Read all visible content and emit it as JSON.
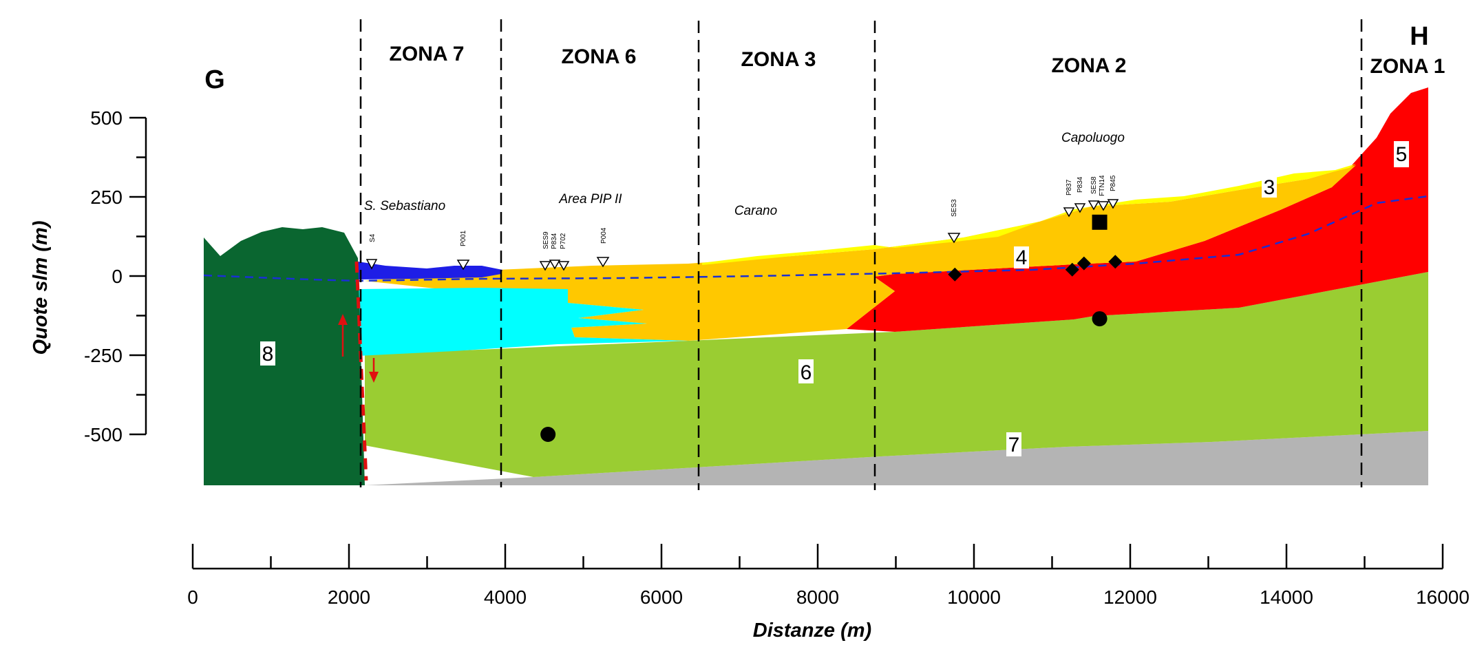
{
  "section": {
    "endpoints": {
      "left": "G",
      "right": "H"
    },
    "zones": [
      "ZONA 7",
      "ZONA 6",
      "ZONA 3",
      "ZONA 2",
      "ZONA 1"
    ],
    "places": [
      "S. Sebastiano",
      "Area PIP II",
      "Carano",
      "Capoluogo"
    ],
    "wells": [
      "S4",
      "P001",
      "SES9",
      "P834",
      "P702",
      "P004",
      "SES3",
      "P837",
      "P834",
      "SES8",
      "FTN14",
      "P845"
    ],
    "units": [
      "3",
      "4",
      "5",
      "6",
      "7",
      "8"
    ],
    "colors": {
      "unit3": "#ffff00",
      "unit4": "#ffc800",
      "unit5": "#ff0000",
      "unit6": "#9acd32",
      "unit7": "#b4b4b4",
      "unit8": "#0a6630",
      "lens_blue": "#1e1ee6",
      "lens_cyan": "#00ffff",
      "water_table": "#1a2fd4",
      "fault": "#e01010"
    }
  },
  "chart_data": {
    "type": "geological cross-section",
    "xlabel": "Distanze (m)",
    "ylabel": "Quote slm (m)",
    "xlim": [
      0,
      16000
    ],
    "ylim": [
      -500,
      500
    ],
    "xticks": [
      "0",
      "2000",
      "4000",
      "6000",
      "8000",
      "10000",
      "12000",
      "14000",
      "16000"
    ],
    "yticks": [
      "500",
      "250",
      "0",
      "-250",
      "-500"
    ],
    "zone_boundaries_x": [
      2150,
      3980,
      6500,
      8760,
      15000
    ],
    "water_table": {
      "x": [
        150,
        2000,
        4000,
        6000,
        8000,
        10000,
        12000,
        14000,
        15800
      ],
      "y": [
        -5,
        -20,
        -15,
        -12,
        -8,
        5,
        30,
        130,
        250
      ]
    },
    "markers": {
      "diamonds": [
        [
          9750,
          5
        ],
        [
          11250,
          20
        ],
        [
          11400,
          40
        ],
        [
          11800,
          45
        ]
      ],
      "circles": [
        [
          4550,
          -500
        ],
        [
          11600,
          -135
        ]
      ],
      "squares": [
        [
          11600,
          170
        ]
      ]
    }
  }
}
